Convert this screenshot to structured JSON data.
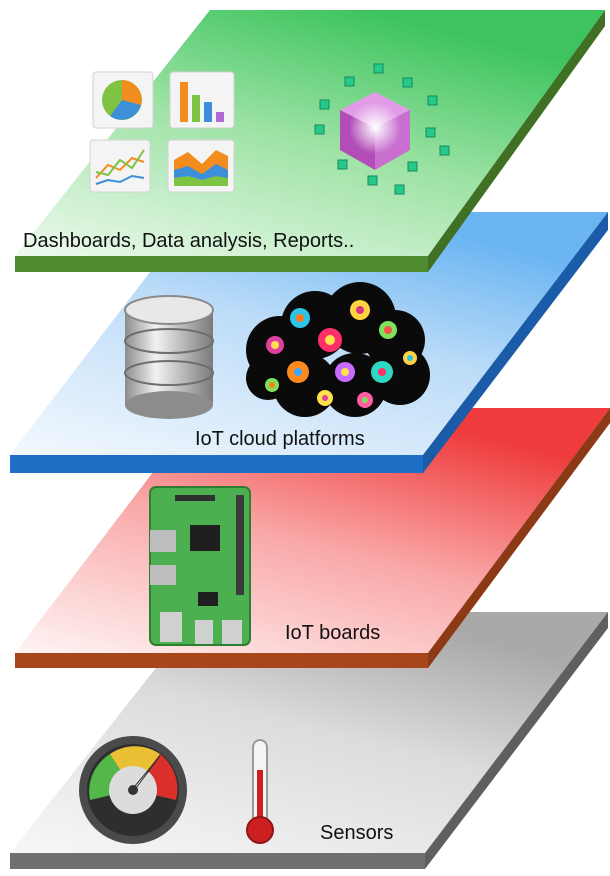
{
  "layers": [
    {
      "label": "Dashboards, Data analysis, Reports..",
      "top_color": "#4fc86a",
      "top_light": "#d9f7d6",
      "edge_color": "#4e8a2e"
    },
    {
      "label": "IoT cloud platforms",
      "top_color": "#3d9ff0",
      "top_light": "#e6f2fd",
      "edge_color": "#1f6fc7"
    },
    {
      "label": "IoT boards",
      "top_color": "#f04a4a",
      "top_light": "#fde8e8",
      "edge_color": "#a8461b"
    },
    {
      "label": "Sensors",
      "top_color": "#b9b9b9",
      "top_light": "#f2f2f2",
      "edge_color": "#707070"
    }
  ],
  "icons": {
    "layer0": [
      "pie-chart-icon",
      "bar-chart-icon",
      "line-chart-icon",
      "area-chart-icon",
      "data-cube-icon"
    ],
    "layer1": [
      "database-icon",
      "cloud-icon"
    ],
    "layer2": [
      "circuit-board-icon"
    ],
    "layer3": [
      "gauge-icon",
      "thermometer-icon"
    ]
  }
}
